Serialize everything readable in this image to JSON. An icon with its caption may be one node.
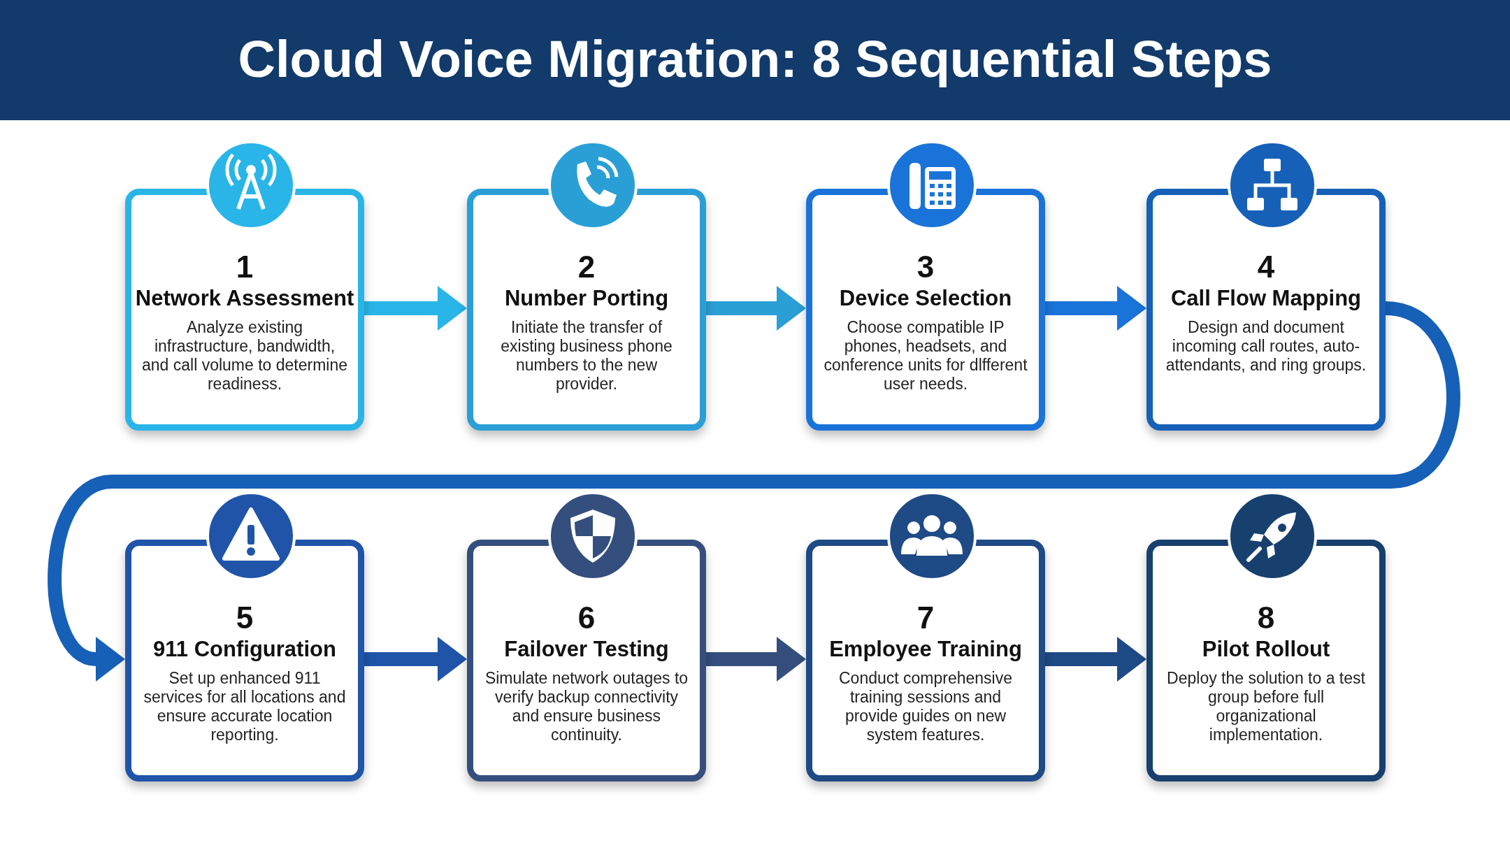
{
  "diagram": {
    "title": "Cloud Voice Migration: 8 Sequential Steps",
    "nodes": [
      {
        "text": [
          "1",
          "Network Assessment",
          "Analyze existing infrastructure, bandwidth, and call volume to determine readiness."
        ]
      },
      {
        "text": [
          "2",
          "Number Porting",
          "Initiate the transfer of existing business phone numbers to the new provider."
        ]
      },
      {
        "text": [
          "3",
          "Device Selection",
          "Choose compatible IP phones, headsets, and conference units for dlfferent user needs."
        ]
      },
      {
        "text": [
          "4",
          "Call Flow Mapping",
          "Design and document incoming call routes, auto-attendants, and ring groups."
        ]
      },
      {
        "text": [
          "5",
          "911 Configuration",
          "Set up enhanced 911 services for all locations and ensure accurate location reporting."
        ]
      },
      {
        "text": [
          "6",
          "Failover Testing",
          "Simulate network outages to verify backup connectivity and ensure business continuity."
        ]
      },
      {
        "text": [
          "7",
          "Employee Training",
          "Conduct comprehensive training sessions and provide guides on new system features."
        ]
      },
      {
        "text": [
          "8",
          "Pilot Rollout",
          "Deploy the solution to a test group before full organizational implementation."
        ]
      }
    ],
    "edges": [
      {
        "from": 0,
        "to": 1,
        "arrow": "to",
        "color": "#29b5e8"
      },
      {
        "from": 1,
        "to": 2,
        "arrow": "to",
        "color": "#2a9fd6"
      },
      {
        "from": 2,
        "to": 3,
        "arrow": "to",
        "color": "#1a73d9"
      },
      {
        "from": 3,
        "to": 4,
        "arrow": "to",
        "color": "#1660b8"
      },
      {
        "from": 4,
        "to": 5,
        "arrow": "to",
        "color": "#1f54a8"
      },
      {
        "from": 5,
        "to": 6,
        "arrow": "to",
        "color": "#344f7d"
      },
      {
        "from": 6,
        "to": 7,
        "arrow": "to",
        "color": "#1e4a85"
      }
    ]
  }
}
